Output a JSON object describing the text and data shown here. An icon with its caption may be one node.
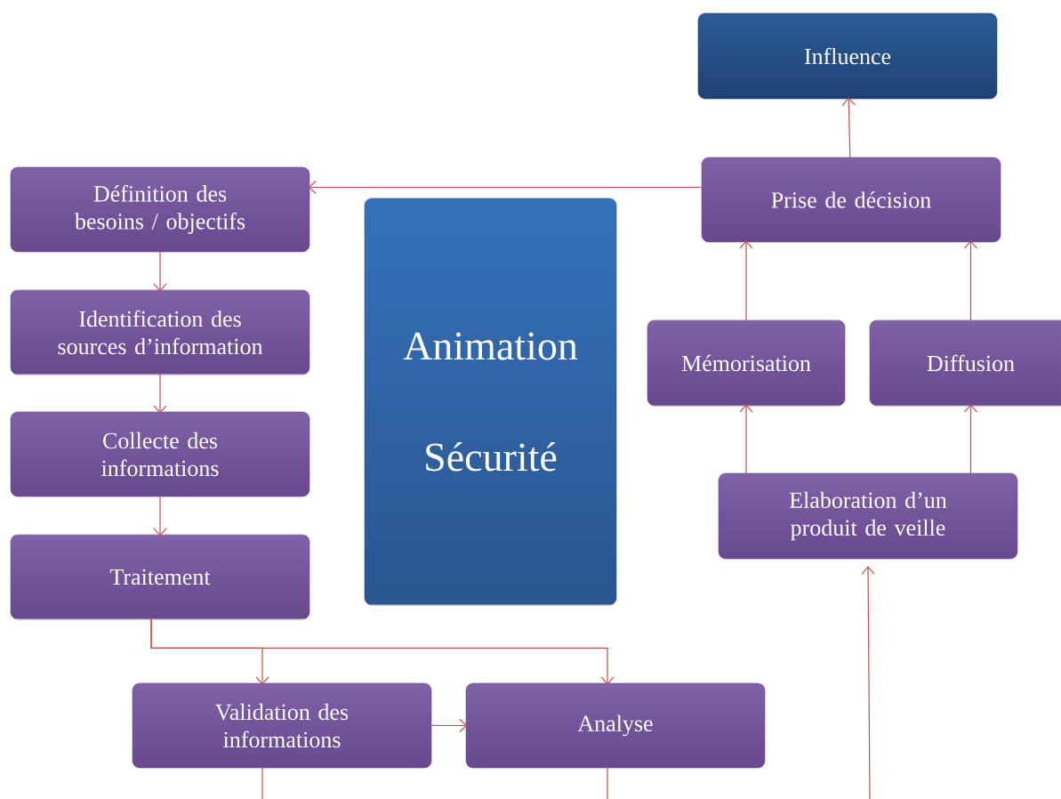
{
  "diagram": {
    "nodes": [
      {
        "text": [
          "Influence"
        ]
      },
      {
        "text": [
          "Définition des besoins / objectifs"
        ]
      },
      {
        "text": [
          "Prise de décision"
        ]
      },
      {
        "text": [
          "Identification des sources d’information"
        ]
      },
      {
        "text": [
          "Animation",
          "Sécurité"
        ]
      },
      {
        "text": [
          "Mémorisation"
        ]
      },
      {
        "text": [
          "Diffusion"
        ]
      },
      {
        "text": [
          "Collecte des informations"
        ]
      },
      {
        "text": [
          "Elaboration d’un produit de veille"
        ]
      },
      {
        "text": [
          "Traitement"
        ]
      },
      {
        "text": [
          "Validation des informations"
        ]
      },
      {
        "text": [
          "Analyse"
        ]
      }
    ],
    "edges": [
      {
        "from": 2,
        "to": 0,
        "arrow": "to"
      },
      {
        "from": 2,
        "to": 1,
        "arrow": "to"
      },
      {
        "from": 1,
        "to": 3,
        "arrow": "to"
      },
      {
        "from": 3,
        "to": 7,
        "arrow": "to"
      },
      {
        "from": 7,
        "to": 9,
        "arrow": "to"
      },
      {
        "from": 9,
        "to": 10,
        "arrow": "to"
      },
      {
        "from": 9,
        "to": 11,
        "arrow": "to"
      },
      {
        "from": 10,
        "to": 11,
        "arrow": "to"
      },
      {
        "from": 10,
        "to": null,
        "arrow": "none"
      },
      {
        "from": 11,
        "to": null,
        "arrow": "none"
      },
      {
        "from": null,
        "to": 8,
        "arrow": "to"
      },
      {
        "from": 8,
        "to": 5,
        "arrow": "to"
      },
      {
        "from": 8,
        "to": 6,
        "arrow": "to"
      },
      {
        "from": 5,
        "to": 2,
        "arrow": "to"
      },
      {
        "from": 6,
        "to": 2,
        "arrow": "to"
      }
    ]
  }
}
